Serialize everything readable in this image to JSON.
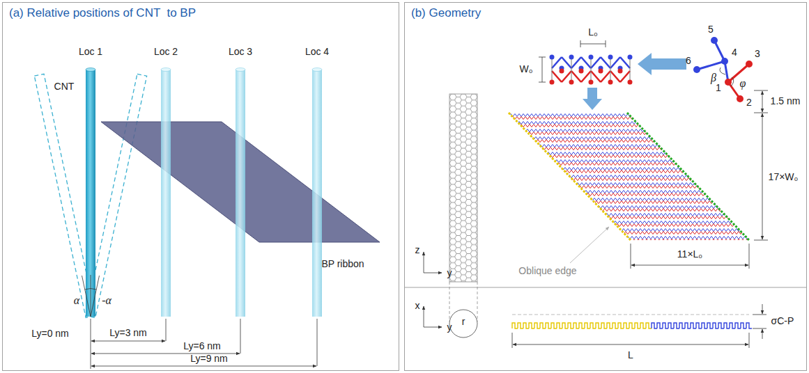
{
  "diagram": {
    "nodes": [
      {
        "text": [
          "(a) Relative positions of CNT  to BP"
        ]
      },
      {
        "text": [
          "(b) Geometry"
        ]
      }
    ],
    "labels": [
      "Loc 1",
      "Loc 2",
      "Loc 3",
      "Loc 4",
      "CNT",
      "BP ribbon",
      "α",
      "-α",
      "Ly=0 nm",
      "Ly=3 nm",
      "Ly=6 nm",
      "Ly=9 nm",
      "L₀",
      "W₀",
      "5",
      "3",
      "6",
      "4",
      "β",
      "φ",
      "1",
      "2",
      "1.5 nm",
      "17×W₀",
      "11×L₀",
      "Oblique edge",
      "z",
      "y",
      "r",
      "x",
      "y",
      "σC-P",
      "L"
    ]
  }
}
